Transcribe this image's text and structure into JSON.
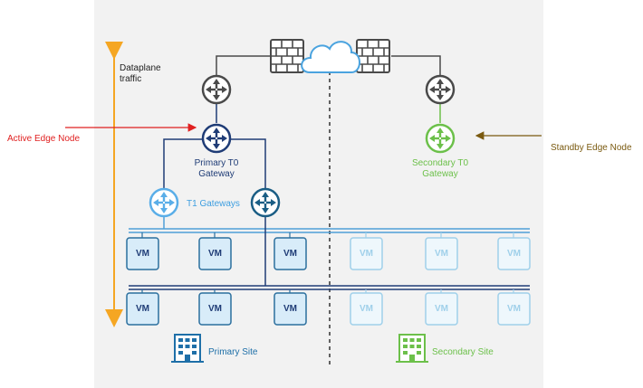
{
  "labels": {
    "dataplane_line1": "Dataplane",
    "dataplane_line2": "traffic",
    "active_edge": "Active Edge Node",
    "standby_edge": "Standby Edge Node",
    "primary_t0_line1": "Primary T0",
    "primary_t0_line2": "Gateway",
    "secondary_t0_line1": "Secondary T0",
    "secondary_t0_line2": "Gateway",
    "t1_gateways": "T1 Gateways",
    "vm": "VM",
    "primary_site": "Primary Site",
    "secondary_site": "Secondary Site"
  },
  "colors": {
    "panel": "#f2f2f2",
    "dark_router": "#4a4a4a",
    "primary_navy": "#1f3c76",
    "t1_light": "#5aaee8",
    "t1_dark": "#1b5e85",
    "secondary_green": "#6cc04a",
    "vm_active_fill": "#d8ecf9",
    "vm_active_stroke": "#2b6f9e",
    "vm_faded_fill": "#eef7fc",
    "vm_faded_stroke": "#9fd0ea",
    "orange": "#f5a623",
    "red_arrow": "#e02020",
    "standby_arrow": "#7a5a10",
    "site_icon_blue": "#1e6fa8",
    "site_icon_green": "#6cc04a"
  },
  "icons": {
    "firewall": "firewall-icon",
    "cloud": "cloud-icon",
    "router": "router-icon",
    "building": "building-icon"
  }
}
